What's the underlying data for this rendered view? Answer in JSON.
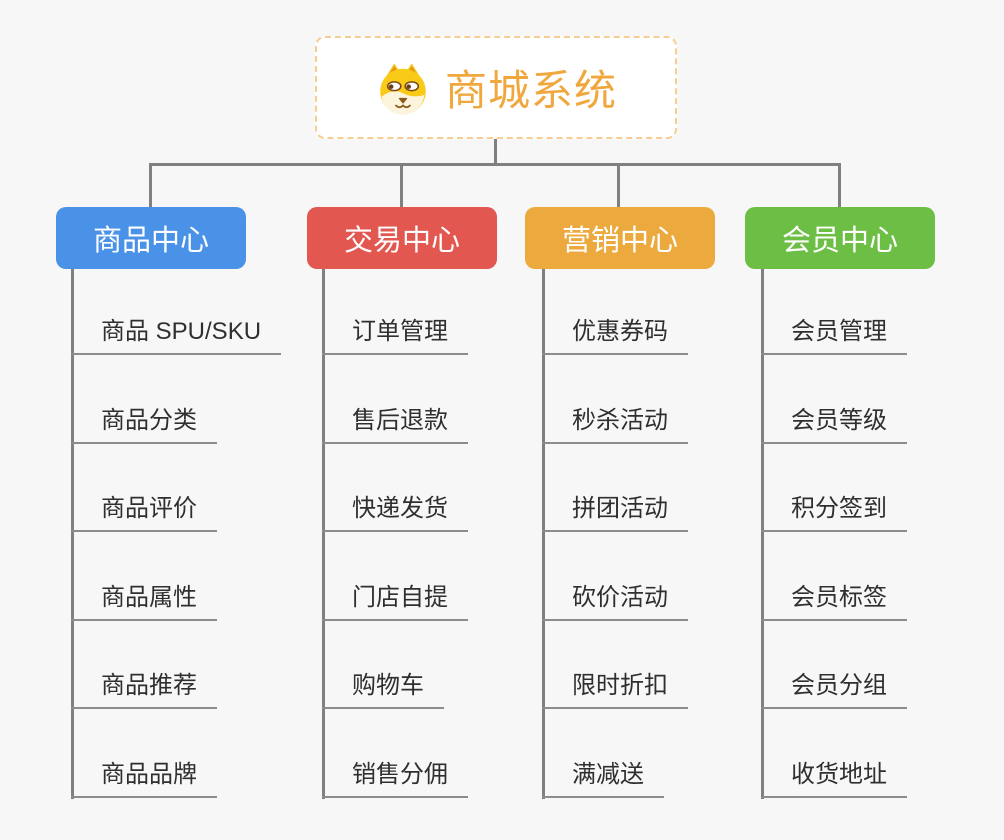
{
  "canvas": {
    "background": "#f7f7f7",
    "connector_color": "#808080",
    "underline_color": "#8c8c8c",
    "leaf_text_color": "#2f2f2f"
  },
  "root": {
    "title": "商城系统",
    "icon": "dog-face-icon",
    "text_color": "#f0a73d",
    "border_color": "#f6ce93",
    "background": "#ffffff"
  },
  "branches": [
    {
      "id": "product-center",
      "label": "商品中心",
      "color": "#4a91e8",
      "children": [
        "商品 SPU/SKU",
        "商品分类",
        "商品评价",
        "商品属性",
        "商品推荐",
        "商品品牌"
      ]
    },
    {
      "id": "trade-center",
      "label": "交易中心",
      "color": "#e25750",
      "children": [
        "订单管理",
        "售后退款",
        "快递发货",
        "门店自提",
        "购物车",
        "销售分佣"
      ]
    },
    {
      "id": "marketing-center",
      "label": "营销中心",
      "color": "#ecaa3e",
      "children": [
        "优惠券码",
        "秒杀活动",
        "拼团活动",
        "砍价活动",
        "限时折扣",
        "满减送"
      ]
    },
    {
      "id": "member-center",
      "label": "会员中心",
      "color": "#6cbe44",
      "children": [
        "会员管理",
        "会员等级",
        "积分签到",
        "会员标签",
        "会员分组",
        "收货地址"
      ]
    }
  ]
}
